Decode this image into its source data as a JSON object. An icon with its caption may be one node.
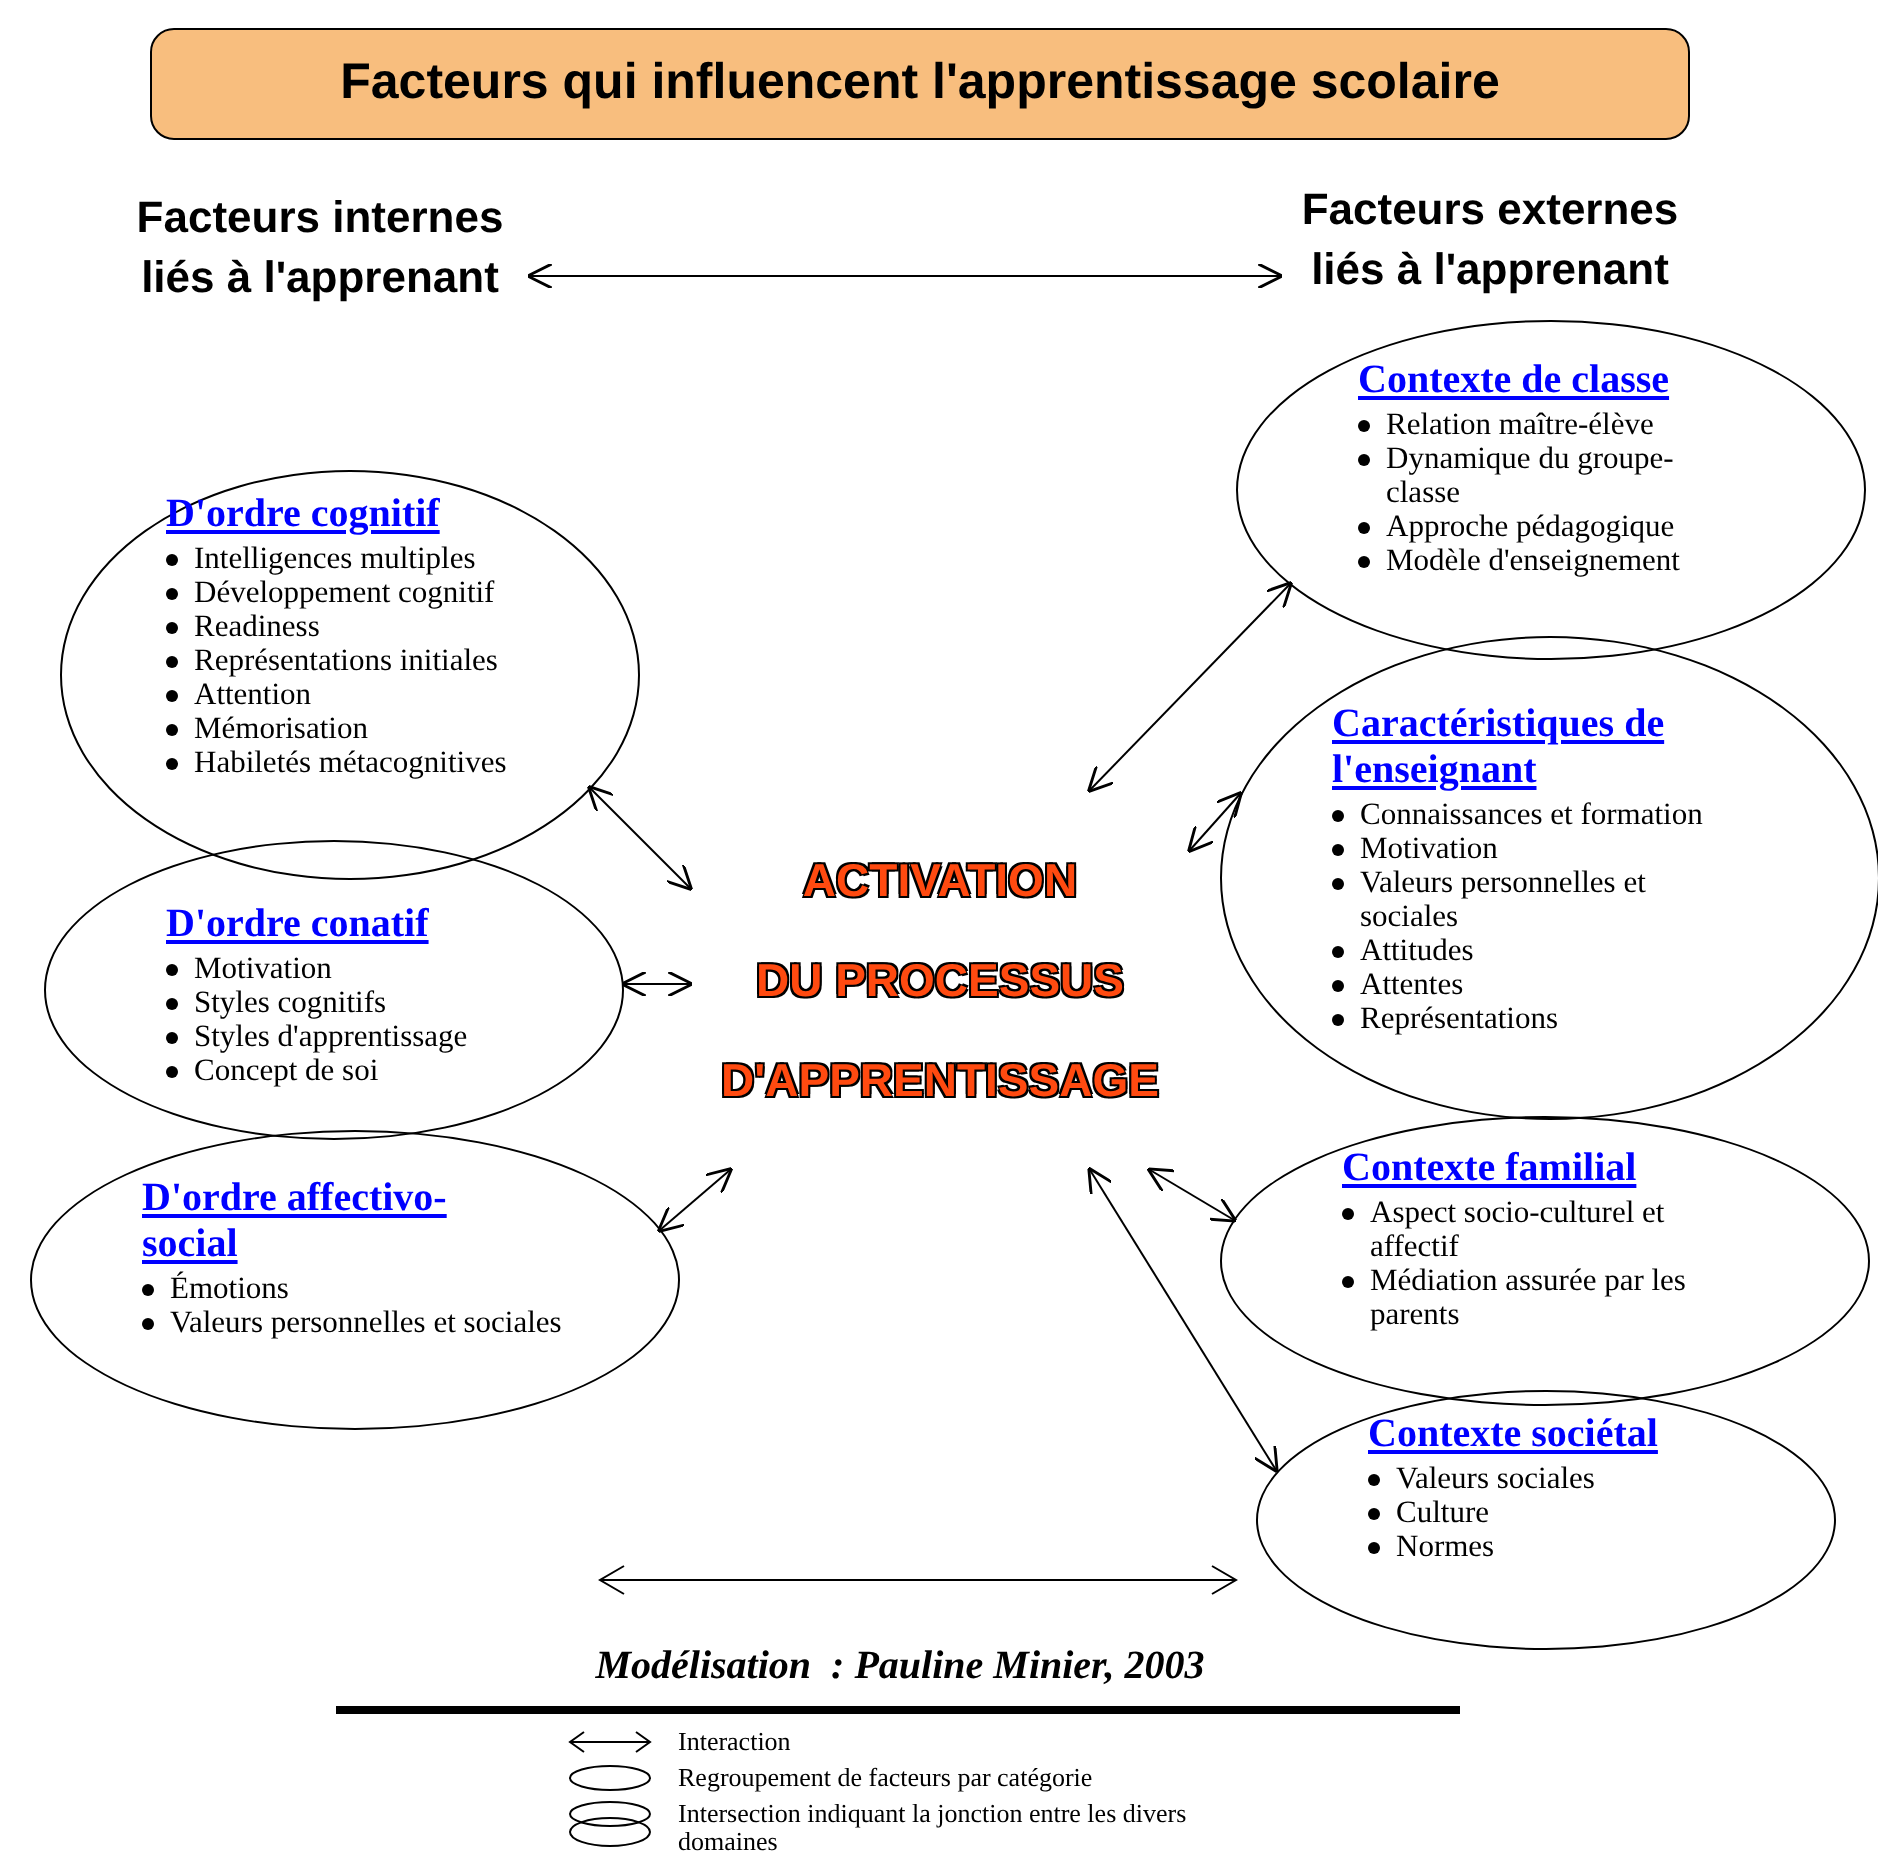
{
  "diagram": {
    "title": "Facteurs qui influencent l'apprentissage scolaire",
    "caption": "Modélisation  : Pauline Minier, 2003",
    "nodes": [
      {
        "text": [
          "Facteurs internes liés à l'apprenant"
        ]
      },
      {
        "text": [
          "Facteurs externes liés à l'apprenant"
        ]
      },
      {
        "text": [
          "D'ordre cognitif",
          "Intelligences multiples",
          "Développement cognitif",
          "Readiness",
          "Représentations initiales",
          "Attention",
          "Mémorisation",
          "Habiletés métacognitives"
        ]
      },
      {
        "text": [
          "D'ordre conatif",
          "Motivation",
          "Styles cognitifs",
          "Styles d'apprentissage",
          "Concept de soi"
        ]
      },
      {
        "text": [
          "D'ordre affectivo-social",
          "Émotions",
          "Valeurs personnelles et sociales"
        ]
      },
      {
        "text": [
          "Contexte de classe",
          "Relation maître-élève",
          "Dynamique du groupe-classe",
          "Approche pédagogique",
          "Modèle d'enseignement"
        ]
      },
      {
        "text": [
          "Caractéristiques de l'enseignant",
          "Connaissances et formation",
          "Motivation",
          "Valeurs personnelles et sociales",
          "Attitudes",
          "Attentes",
          "Représentations"
        ]
      },
      {
        "text": [
          "Contexte familial",
          "Aspect socio-culturel et affectif",
          "Médiation assurée par les parents"
        ]
      },
      {
        "text": [
          "Contexte sociétal",
          "Valeurs sociales",
          "Culture",
          "Normes"
        ]
      },
      {
        "text": [
          "ACTIVATION",
          "DU PROCESSUS",
          "D'APPRENTISSAGE"
        ]
      }
    ],
    "edges": [
      {
        "from": 0,
        "to": 1,
        "arrow": "both"
      },
      {
        "from": 2,
        "to": 9,
        "arrow": "both"
      },
      {
        "from": 3,
        "to": 9,
        "arrow": "both"
      },
      {
        "from": 4,
        "to": 9,
        "arrow": "both"
      },
      {
        "from": 5,
        "to": 9,
        "arrow": "both"
      },
      {
        "from": 6,
        "to": 9,
        "arrow": "both"
      },
      {
        "from": 7,
        "to": 9,
        "arrow": "both"
      },
      {
        "from": 8,
        "to": 9,
        "arrow": "both"
      }
    ],
    "legend": [
      {
        "text": "Interaction"
      },
      {
        "text": "Regroupement de facteurs par catégorie"
      },
      {
        "text": "Intersection indiquant la jonction entre les divers domaines"
      }
    ]
  }
}
